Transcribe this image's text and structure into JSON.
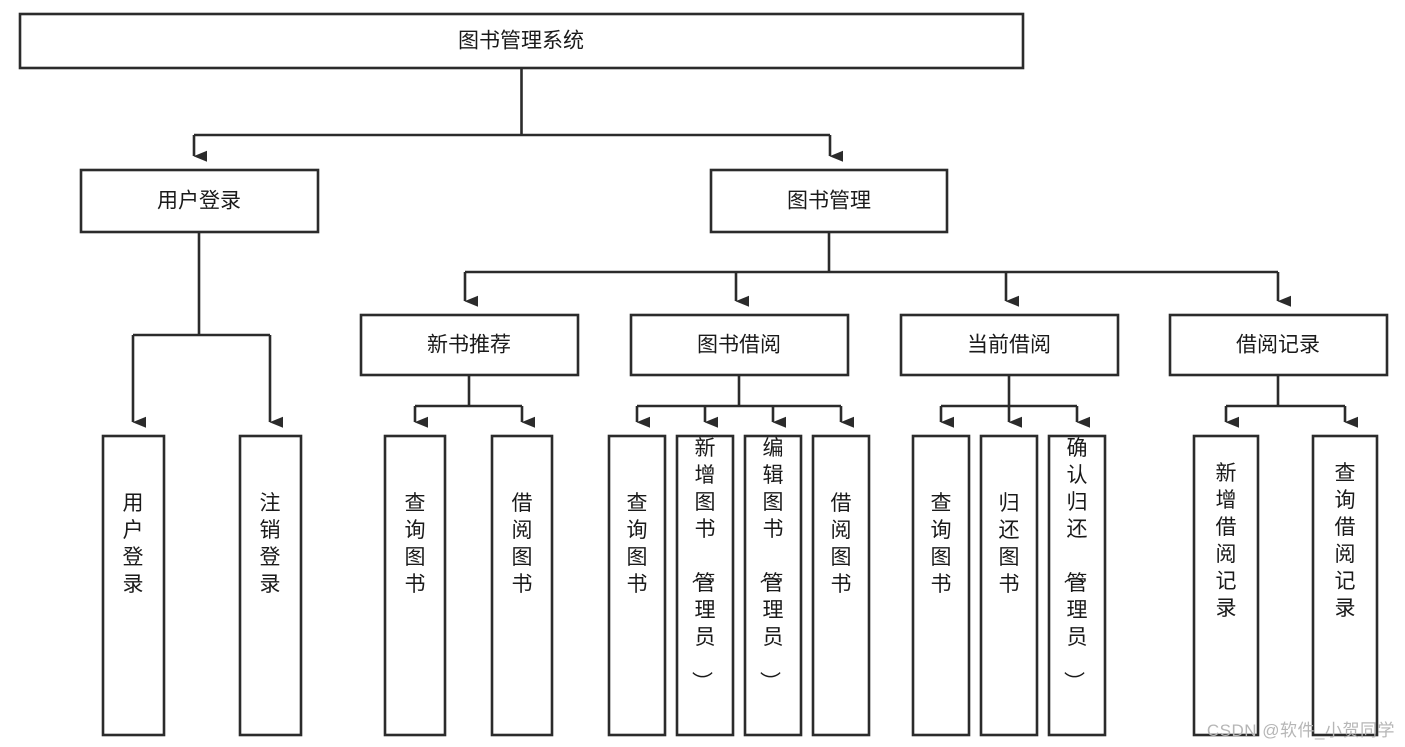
{
  "diagram": {
    "title": "图书管理系统",
    "type": "tree-hierarchy-chart",
    "watermark": "CSDN @软件_小贺同学",
    "colors": {
      "stroke": "#2b2b2b",
      "fill": "#ffffff",
      "text": "#1a1a1a",
      "watermark": "#b6b6b6"
    },
    "root": {
      "label": "图书管理系统"
    },
    "level2": [
      {
        "label": "用户登录"
      },
      {
        "label": "图书管理"
      }
    ],
    "level3": [
      {
        "label": "新书推荐"
      },
      {
        "label": "图书借阅"
      },
      {
        "label": "当前借阅"
      },
      {
        "label": "借阅记录"
      }
    ],
    "leaves": {
      "user_login": [
        {
          "label": "用户登录"
        },
        {
          "label": "注销登录"
        }
      ],
      "new_book": [
        {
          "label": "查询图书"
        },
        {
          "label": "借阅图书"
        }
      ],
      "book_borrow": [
        {
          "label": "查询图书"
        },
        {
          "label": "新增图书（管理员）"
        },
        {
          "label": "编辑图书（管理员）"
        },
        {
          "label": "借阅图书"
        }
      ],
      "current_borrow": [
        {
          "label": "查询图书"
        },
        {
          "label": "归还图书"
        },
        {
          "label": "确认归还（管理员）"
        }
      ],
      "borrow_record": [
        {
          "label": "新增借阅记录"
        },
        {
          "label": "查询借阅记录"
        }
      ]
    }
  }
}
